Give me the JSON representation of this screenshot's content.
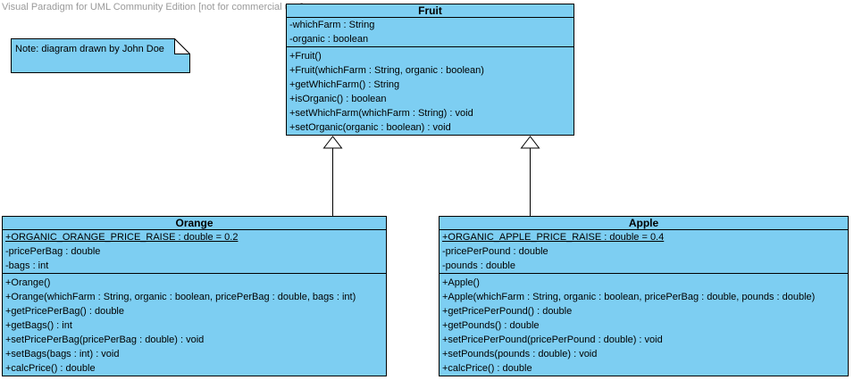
{
  "watermark": "Visual Paradigm for UML Community Edition [not for commercial use]",
  "note": {
    "text": "Note: diagram drawn by John Doe"
  },
  "colors": {
    "shape_fill": "#7DCEF2",
    "border": "#000000",
    "watermark_text": "#9a9a9a",
    "background": "#ffffff"
  },
  "classes": [
    {
      "name": "Fruit",
      "attributes": [
        {
          "text": "-whichFarm : String",
          "static": false
        },
        {
          "text": "-organic : boolean",
          "static": false
        }
      ],
      "methods": [
        {
          "text": "+Fruit()",
          "static": false
        },
        {
          "text": "+Fruit(whichFarm : String, organic : boolean)",
          "static": false
        },
        {
          "text": "+getWhichFarm() : String",
          "static": false
        },
        {
          "text": "+isOrganic() : boolean",
          "static": false
        },
        {
          "text": "+setWhichFarm(whichFarm : String) : void",
          "static": false
        },
        {
          "text": "+setOrganic(organic : boolean) : void",
          "static": false
        }
      ]
    },
    {
      "name": "Orange",
      "attributes": [
        {
          "text": "+ORGANIC_ORANGE_PRICE_RAISE : double = 0.2",
          "static": true
        },
        {
          "text": "-pricePerBag : double",
          "static": false
        },
        {
          "text": "-bags : int",
          "static": false
        }
      ],
      "methods": [
        {
          "text": "+Orange()",
          "static": false
        },
        {
          "text": "+Orange(whichFarm : String, organic : boolean, pricePerBag : double, bags : int)",
          "static": false
        },
        {
          "text": "+getPricePerBag() : double",
          "static": false
        },
        {
          "text": "+getBags() : int",
          "static": false
        },
        {
          "text": "+setPricePerBag(pricePerBag : double) : void",
          "static": false
        },
        {
          "text": "+setBags(bags : int) : void",
          "static": false
        },
        {
          "text": "+calcPrice() : double",
          "static": false
        }
      ]
    },
    {
      "name": "Apple",
      "attributes": [
        {
          "text": "+ORGANIC_APPLE_PRICE_RAISE : double = 0.4",
          "static": true
        },
        {
          "text": "-pricePerPound : double",
          "static": false
        },
        {
          "text": "-pounds : double",
          "static": false
        }
      ],
      "methods": [
        {
          "text": "+Apple()",
          "static": false
        },
        {
          "text": "+Apple(whichFarm : String, organic : boolean, pricePerBag : double, pounds : double)",
          "static": false
        },
        {
          "text": "+getPricePerPound() : double",
          "static": false
        },
        {
          "text": "+getPounds() : double",
          "static": false
        },
        {
          "text": "+setPricePerPound(pricePerPound : double) : void",
          "static": false
        },
        {
          "text": "+setPounds(pounds : double) : void",
          "static": false
        },
        {
          "text": "+calcPrice() : double",
          "static": false
        }
      ]
    }
  ],
  "relationships": [
    {
      "from": "Orange",
      "to": "Fruit",
      "type": "generalization"
    },
    {
      "from": "Apple",
      "to": "Fruit",
      "type": "generalization"
    }
  ]
}
